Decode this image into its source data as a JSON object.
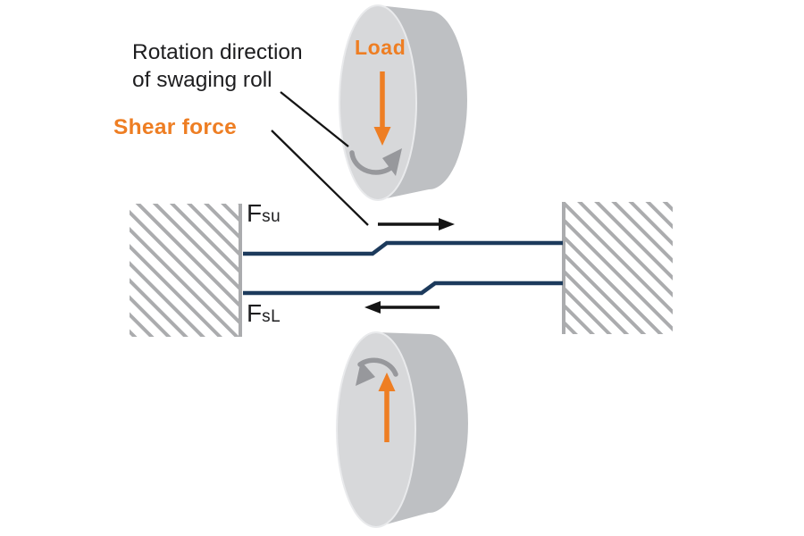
{
  "diagram": {
    "labels": {
      "rotation_direction_line1": "Rotation direction",
      "rotation_direction_line2": "of swaging roll",
      "shear_force": "Shear force",
      "load": "Load",
      "force_upper_symbol": "F",
      "force_upper_subscript": "su",
      "force_lower_symbol": "F",
      "force_lower_subscript": "sL"
    },
    "colors": {
      "accent_orange": "#EE7E23",
      "workpiece_navy": "#1C3A5C",
      "roll_face_gray": "#D7D8DA",
      "roll_body_gray": "#BEC0C3",
      "roll_edge_highlight": "#E9EAEC",
      "hatch_gray": "#ABACAE",
      "rotation_arrow_gray": "#97989C",
      "annotation_black": "#141414",
      "text_black": "#1D1D1F",
      "background": "#FFFFFF"
    }
  }
}
